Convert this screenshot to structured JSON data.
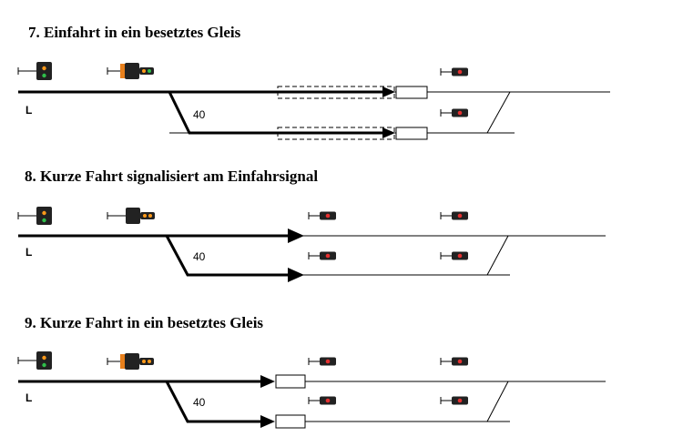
{
  "sections": [
    {
      "title": "7. Einfahrt in ein besetztes Gleis",
      "track_label": "L",
      "speed_label": "40"
    },
    {
      "title": "8. Kurze Fahrt signalisiert am Einfahrsignal",
      "track_label": "L",
      "speed_label": "40"
    },
    {
      "title": "9. Kurze Fahrt in ein besetztes Gleis",
      "track_label": "L",
      "speed_label": "40"
    }
  ],
  "colors": {
    "track": "#000000",
    "signal_body": "#222222",
    "red_lamp": "#e53030",
    "green_lamp": "#2fbf4a",
    "orange_lamp": "#ff9a1a",
    "orange_plate": "#e8801c"
  },
  "icons": [
    "main-signal-icon",
    "distant-signal-icon",
    "red-stop-signal-icon",
    "occupied-block-icon",
    "route-arrow-icon"
  ]
}
